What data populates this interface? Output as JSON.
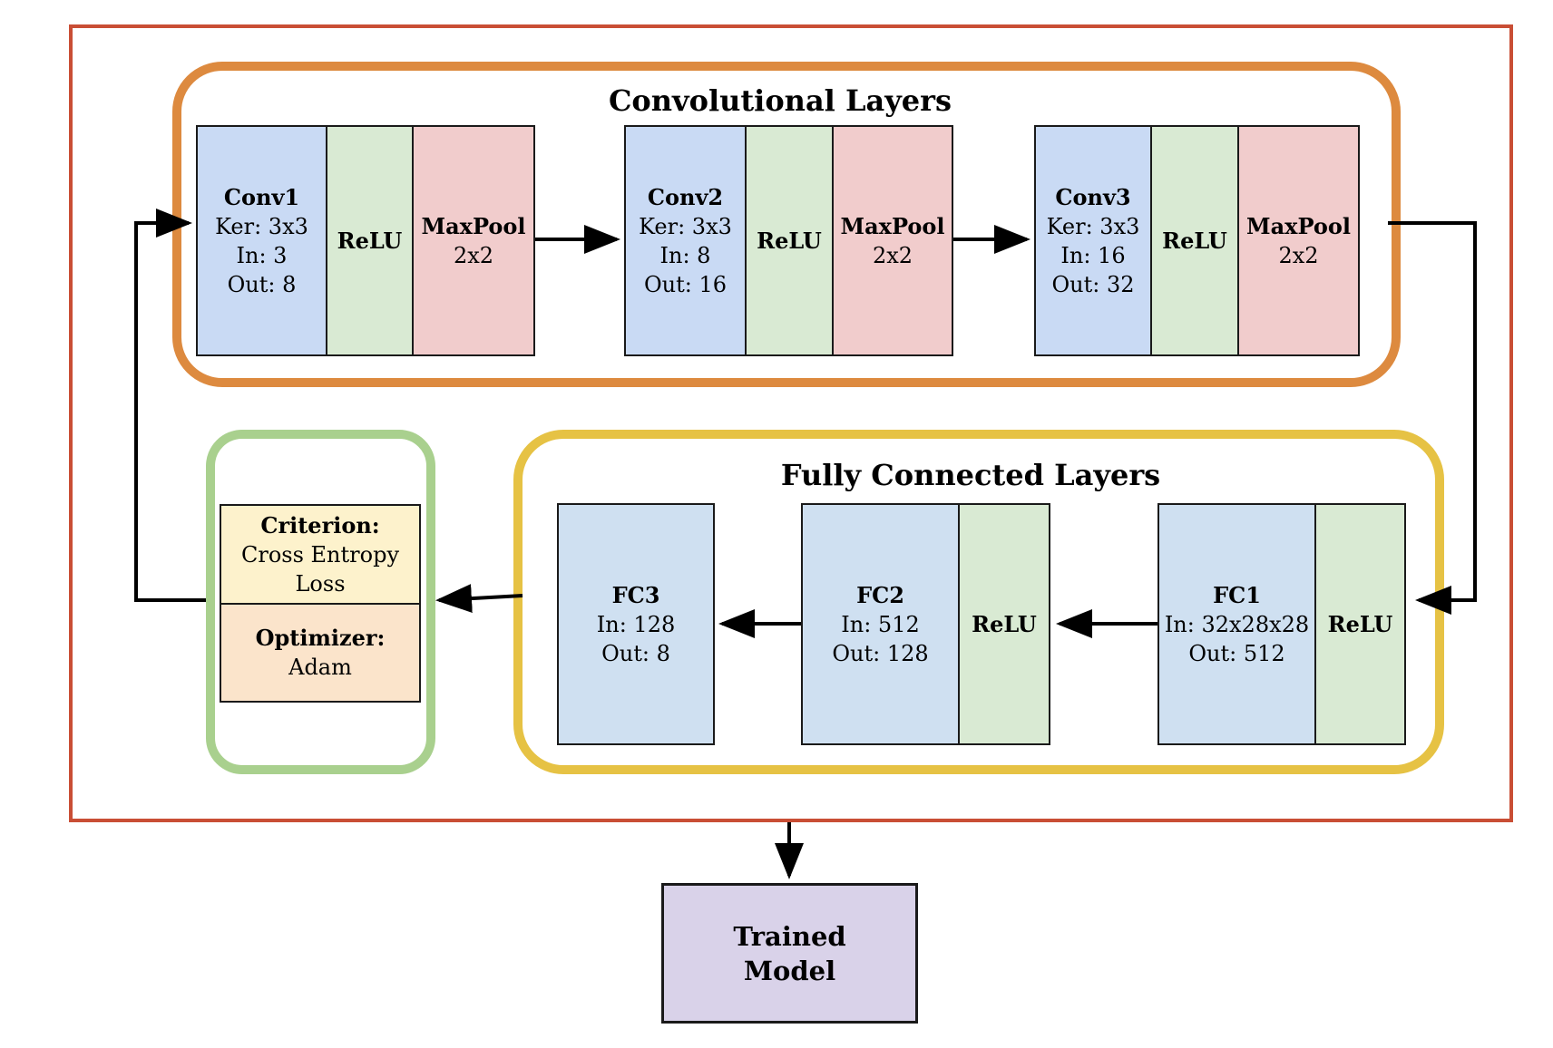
{
  "colors": {
    "outer_frame": "#c94e35",
    "conv_group": "#dd8a3f",
    "fc_group": "#e6c244",
    "train_group": "#a9d08e",
    "conv_block": "#c9daf4",
    "relu_block": "#d9ead3",
    "maxpool_block": "#f1cccc",
    "fc_block": "#cfe0f1",
    "criterion_block": "#fdf2cc",
    "optimizer_block": "#fbe4cb",
    "trained_model_block": "#d9d2e9"
  },
  "conv_group": {
    "title": "Convolutional Layers",
    "layers": [
      {
        "name": "Conv1",
        "ker": "Ker: 3x3",
        "in": "In: 3",
        "out": "Out: 8",
        "activation": "ReLU",
        "pool": "MaxPool",
        "pool_size": "2x2"
      },
      {
        "name": "Conv2",
        "ker": "Ker: 3x3",
        "in": "In: 8",
        "out": "Out: 16",
        "activation": "ReLU",
        "pool": "MaxPool",
        "pool_size": "2x2"
      },
      {
        "name": "Conv3",
        "ker": "Ker: 3x3",
        "in": "In: 16",
        "out": "Out: 32",
        "activation": "ReLU",
        "pool": "MaxPool",
        "pool_size": "2x2"
      }
    ]
  },
  "fc_group": {
    "title": "Fully Connected Layers",
    "fc1": {
      "name": "FC1",
      "in": "In: 32x28x28",
      "out": "Out: 512",
      "activation": "ReLU"
    },
    "fc2": {
      "name": "FC2",
      "in": "In: 512",
      "out": "Out: 128",
      "activation": "ReLU"
    },
    "fc3": {
      "name": "FC3",
      "in": "In: 128",
      "out": "Out: 8"
    }
  },
  "training": {
    "criterion_label": "Criterion:",
    "criterion_value_line1": "Cross Entropy",
    "criterion_value_line2": "Loss",
    "optimizer_label": "Optimizer:",
    "optimizer_value": "Adam"
  },
  "output": {
    "line1": "Trained",
    "line2": "Model"
  }
}
